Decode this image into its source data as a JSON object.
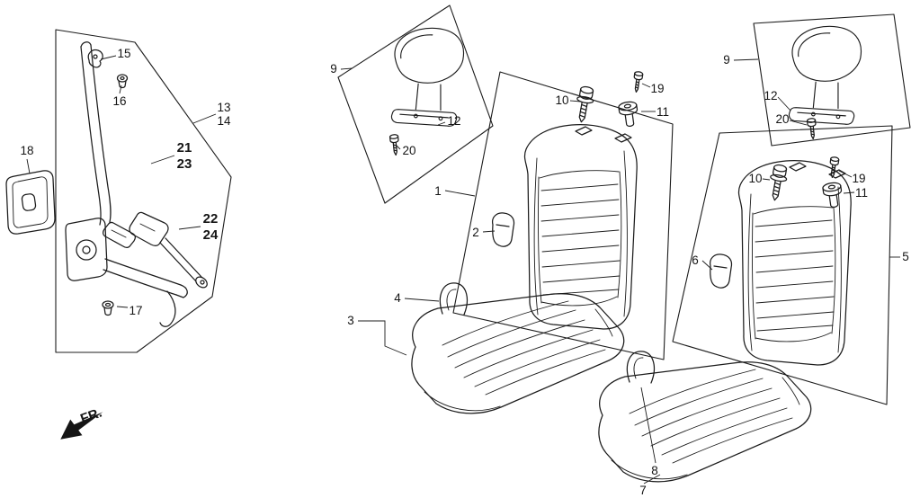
{
  "page": {
    "background": "#ffffff",
    "line_color": "#1c1c1c"
  },
  "labels": {
    "left_15": "15",
    "left_16": "16",
    "left_13": "13",
    "left_14": "14",
    "left_18": "18",
    "left_21": "21",
    "left_23": "23",
    "left_22": "22",
    "left_24": "24",
    "left_17": "17",
    "mid_9": "9",
    "mid_20": "20",
    "mid_12": "12",
    "mid_1": "1",
    "mid_10": "10",
    "mid_19": "19",
    "mid_11": "11",
    "mid_2": "2",
    "mid_4": "4",
    "mid_3": "3",
    "right_9": "9",
    "right_12": "12",
    "right_20": "20",
    "right_10": "10",
    "right_19": "19",
    "right_11": "11",
    "right_6": "6",
    "right_5": "5",
    "right_8": "8",
    "right_7": "7",
    "fr": "FR."
  }
}
